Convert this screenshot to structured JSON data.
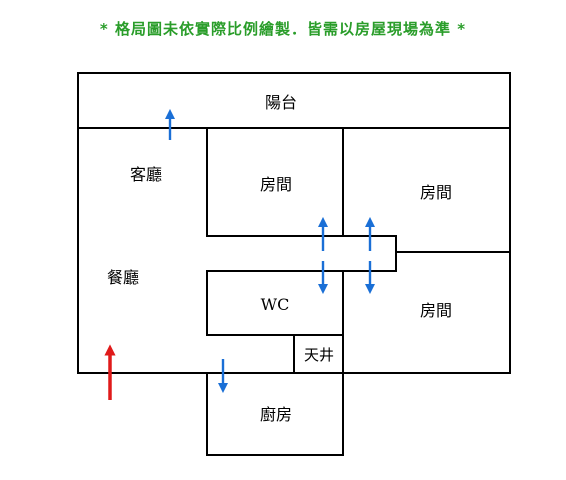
{
  "note": "* 格局圖未依實際比例繪製．皆需以房屋現場為準 *",
  "rooms": {
    "balcony": "陽台",
    "living_room": "客廳",
    "dining_room": "餐廳",
    "bedroom_1": "房間",
    "bedroom_2": "房間",
    "bedroom_3": "房間",
    "wc": "WC",
    "light_well": "天井",
    "kitchen": "廚房"
  },
  "colors": {
    "note": "#2a9d2a",
    "wall": "#000000",
    "door_arrow": "#1a6fd6",
    "entrance_arrow": "#e01a1a"
  },
  "icons": {
    "door": "arrow-icon",
    "entrance": "entrance-arrow-icon"
  }
}
